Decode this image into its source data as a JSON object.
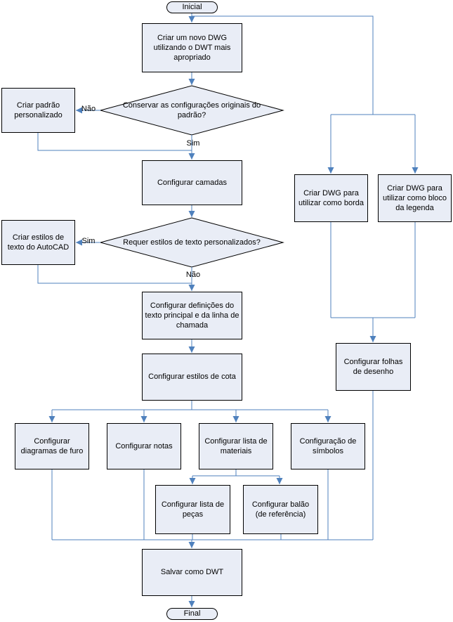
{
  "diagram": {
    "nodes": [
      {
        "id": "start",
        "type": "terminator",
        "label": "Inicial"
      },
      {
        "id": "new-dwg",
        "type": "process",
        "label": "Criar um novo DWG utilizando o DWT mais apropriado"
      },
      {
        "id": "keep-default-settings",
        "type": "decision",
        "label": "Conservar as configurações originais do padrão?"
      },
      {
        "id": "custom-standard",
        "type": "process",
        "label": "Criar padrão personalizado"
      },
      {
        "id": "layers",
        "type": "process",
        "label": "Configurar camadas"
      },
      {
        "id": "need-custom-text-styles",
        "type": "decision",
        "label": "Requer estilos de texto personalizados?"
      },
      {
        "id": "autocad-text-styles",
        "type": "process",
        "label": "Criar estilos de texto do AutoCAD"
      },
      {
        "id": "text-leader-settings",
        "type": "process",
        "label": "Configurar definições do texto principal e da linha de chamada"
      },
      {
        "id": "dimension-styles",
        "type": "process",
        "label": "Configurar estilos de cota"
      },
      {
        "id": "border-dwg",
        "type": "process",
        "label": "Criar DWG para utilizar como borda"
      },
      {
        "id": "titleblock-dwg",
        "type": "process",
        "label": "Criar DWG para utilizar como bloco da legenda"
      },
      {
        "id": "drawing-sheets",
        "type": "process",
        "label": "Configurar folhas de desenho"
      },
      {
        "id": "hole-charts",
        "type": "process",
        "label": "Configurar diagramas de furo"
      },
      {
        "id": "notes",
        "type": "process",
        "label": "Configurar notas"
      },
      {
        "id": "material-list",
        "type": "process",
        "label": "Configurar lista de materiais"
      },
      {
        "id": "symbols",
        "type": "process",
        "label": "Configuração de símbolos"
      },
      {
        "id": "parts-list",
        "type": "process",
        "label": "Configurar lista de peças"
      },
      {
        "id": "balloon",
        "type": "process",
        "label": "Configurar balão (de referência)"
      },
      {
        "id": "save-dwt",
        "type": "process",
        "label": "Salvar como DWT"
      },
      {
        "id": "final",
        "type": "terminator",
        "label": "Final"
      }
    ],
    "edge_labels": {
      "decision1_no": "Não",
      "decision1_yes": "Sim",
      "decision2_yes": "Sim",
      "decision2_no": "Não"
    }
  },
  "colors": {
    "connector": "#4f81bd",
    "node_fill": "#e9edf6",
    "node_border": "#000000",
    "background": "#ffffff"
  }
}
